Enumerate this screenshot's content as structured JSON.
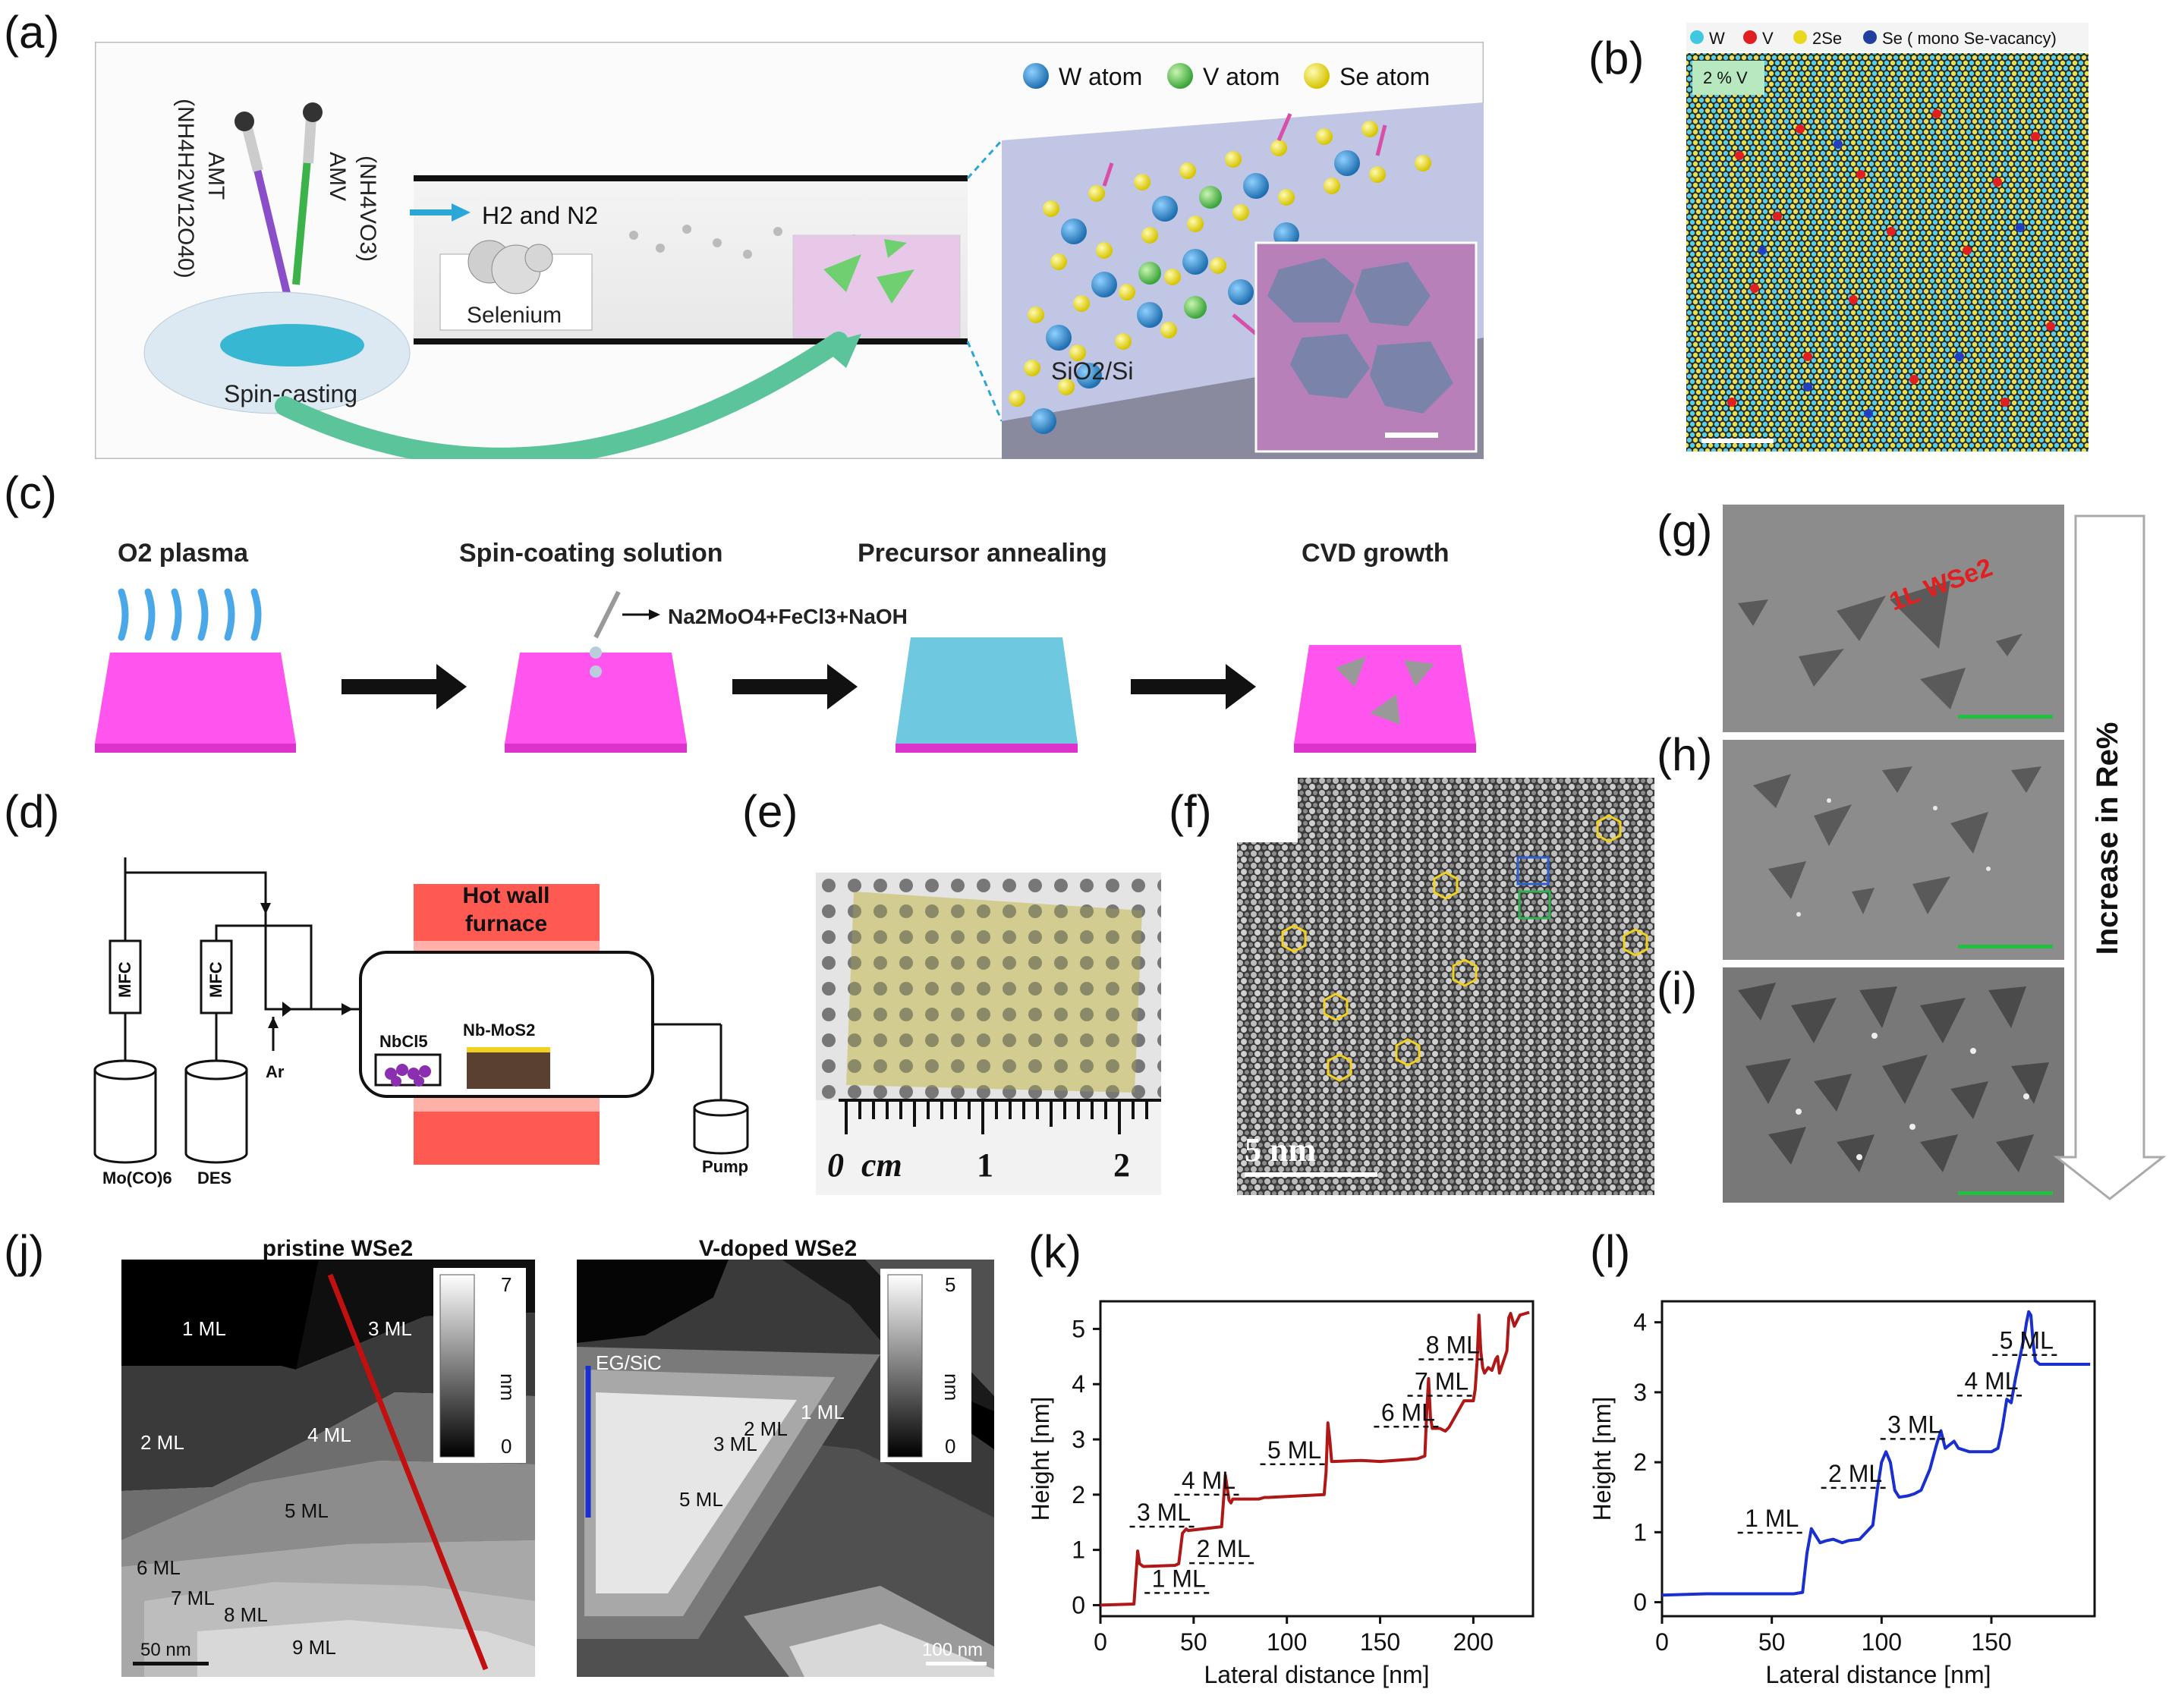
{
  "panel_labels": {
    "a": "(a)",
    "b": "(b)",
    "c": "(c)",
    "d": "(d)",
    "e": "(e)",
    "f": "(f)",
    "g": "(g)",
    "h": "(h)",
    "i": "(i)",
    "j": "(j)",
    "k": "(k)",
    "l": "(l)"
  },
  "panel_a": {
    "amt_label": "AMT",
    "amt_formula": "(NH4H2W12O40)",
    "amv_label": "AMV",
    "amv_formula": "(NH4VO3)",
    "gas": "H2 and N2",
    "selenium": "Selenium",
    "spin": "Spin-casting",
    "substrate": "SiO2/Si",
    "legend": [
      "W atom",
      "V atom",
      "Se atom"
    ],
    "colors": {
      "w": "#2d7fc4",
      "v": "#5cc45a",
      "se": "#f0e020"
    }
  },
  "panel_b": {
    "legend": [
      "W",
      "V",
      "2Se",
      "Se ( mono Se-vacancy)"
    ],
    "tag": "2 % V"
  },
  "panel_c": {
    "steps": [
      "O2 plasma",
      "Spin-coating solution",
      "Precursor annealing",
      "CVD growth"
    ],
    "solution": "Na2MoO4+FeCl3+NaOH"
  },
  "panel_d": {
    "furnace": [
      "Hot wall",
      "furnace"
    ],
    "mfc": "MFC",
    "precursor": "NbCl5",
    "sample": "Nb-MoS2",
    "ar": "Ar",
    "pump": "Pump",
    "sources": [
      "Mo(CO)6",
      "DES"
    ]
  },
  "panel_e": {
    "ruler": [
      "0",
      "cm",
      "1",
      "2"
    ]
  },
  "panel_f": {
    "scale": "5 nm"
  },
  "panel_g": {
    "tag": "1L WSe2"
  },
  "arrow_text": "Increase in Re%",
  "panel_j": {
    "left": {
      "title": "pristine WSe2",
      "scale": "50 nm",
      "cbar": [
        "7",
        "nm",
        "0"
      ],
      "labels": [
        "1 ML",
        "2 ML",
        "3 ML",
        "4 ML",
        "5 ML",
        "6 ML",
        "7 ML",
        "8 ML",
        "9 ML"
      ]
    },
    "right": {
      "title": "V-doped WSe2",
      "scale": "100 nm",
      "cbar": [
        "5",
        "nm",
        "0"
      ],
      "labels": [
        "EG/SiC",
        "1 ML",
        "2 ML",
        "3 ML",
        "5 ML"
      ]
    }
  },
  "chart_data": [
    {
      "type": "line",
      "panel": "k",
      "xlabel": "Lateral distance [nm]",
      "ylabel": "Height [nm]",
      "xlim": [
        0,
        232
      ],
      "ylim": [
        -0.2,
        5.5
      ],
      "xticks": [
        0,
        50,
        100,
        150,
        200
      ],
      "yticks": [
        0,
        1,
        2,
        3,
        4,
        5
      ],
      "color": "#b01818",
      "x": [
        0,
        18,
        20,
        21,
        23,
        40,
        42,
        44,
        46,
        47,
        65,
        67,
        69,
        70,
        71,
        85,
        88,
        90,
        120,
        121,
        122,
        123,
        124,
        125,
        140,
        150,
        170,
        174,
        175,
        176,
        177,
        178,
        179,
        182,
        185,
        187,
        195,
        200,
        201,
        202,
        203,
        204,
        205,
        206,
        208,
        210,
        212,
        213,
        214,
        218,
        219,
        220,
        222,
        225,
        228,
        230
      ],
      "y": [
        0,
        0.02,
        0.98,
        0.75,
        0.7,
        0.72,
        0.75,
        1.3,
        1.38,
        1.35,
        1.42,
        2.35,
        1.9,
        1.85,
        1.92,
        1.92,
        1.95,
        1.95,
        2.0,
        2.4,
        3.3,
        3.0,
        2.6,
        2.6,
        2.62,
        2.6,
        2.65,
        2.7,
        3.5,
        4.1,
        3.4,
        3.2,
        3.2,
        3.2,
        3.15,
        3.22,
        3.7,
        3.7,
        3.9,
        4.4,
        5.25,
        4.6,
        4.3,
        4.2,
        4.3,
        4.25,
        4.45,
        4.5,
        4.2,
        4.6,
        5.2,
        5.28,
        5.05,
        5.25,
        5.28,
        5.3
      ],
      "annotations": [
        {
          "text": "1 ML",
          "x": 42,
          "y": 0.33
        },
        {
          "text": "2 ML",
          "x": 66,
          "y": 0.87
        },
        {
          "text": "3 ML",
          "x": 34,
          "y": 1.53
        },
        {
          "text": "4 ML",
          "x": 58,
          "y": 2.11
        },
        {
          "text": "5 ML",
          "x": 104,
          "y": 2.66
        },
        {
          "text": "6 ML",
          "x": 165,
          "y": 3.34
        },
        {
          "text": "7 ML",
          "x": 183,
          "y": 3.9
        },
        {
          "text": "8 ML",
          "x": 189,
          "y": 4.56
        }
      ]
    },
    {
      "type": "line",
      "panel": "l",
      "xlabel": "Lateral distance [nm]",
      "ylabel": "Height [nm]",
      "xlim": [
        0,
        197
      ],
      "ylim": [
        -0.2,
        4.3
      ],
      "xticks": [
        0,
        50,
        100,
        150
      ],
      "yticks": [
        0,
        1,
        2,
        3,
        4
      ],
      "color": "#1a2fd0",
      "x": [
        0,
        20,
        40,
        60,
        64,
        66,
        68,
        70,
        72,
        75,
        78,
        82,
        85,
        90,
        96,
        98,
        100,
        102,
        104,
        106,
        108,
        112,
        115,
        118,
        122,
        125,
        127,
        129,
        131,
        133,
        135,
        140,
        150,
        153,
        155,
        157,
        159,
        161,
        163,
        165,
        166,
        167,
        168,
        169,
        170,
        172,
        175,
        180,
        190,
        195
      ],
      "y": [
        0.1,
        0.12,
        0.12,
        0.12,
        0.14,
        0.7,
        1.05,
        0.95,
        0.85,
        0.88,
        0.9,
        0.85,
        0.88,
        0.9,
        1.1,
        1.6,
        2.0,
        2.15,
        2.0,
        1.6,
        1.5,
        1.52,
        1.55,
        1.6,
        1.9,
        2.25,
        2.45,
        2.2,
        2.25,
        2.3,
        2.2,
        2.15,
        2.15,
        2.2,
        2.5,
        2.9,
        2.85,
        3.2,
        3.5,
        3.8,
        4.0,
        4.15,
        4.1,
        3.7,
        3.45,
        3.4,
        3.4,
        3.4,
        3.4,
        3.4
      ],
      "annotations": [
        {
          "text": "1 ML",
          "x": 50,
          "y": 1.08
        },
        {
          "text": "2 ML",
          "x": 88,
          "y": 1.72
        },
        {
          "text": "3 ML",
          "x": 115,
          "y": 2.42
        },
        {
          "text": "4 ML",
          "x": 150,
          "y": 3.04
        },
        {
          "text": "5 ML",
          "x": 166,
          "y": 3.62
        }
      ]
    }
  ]
}
